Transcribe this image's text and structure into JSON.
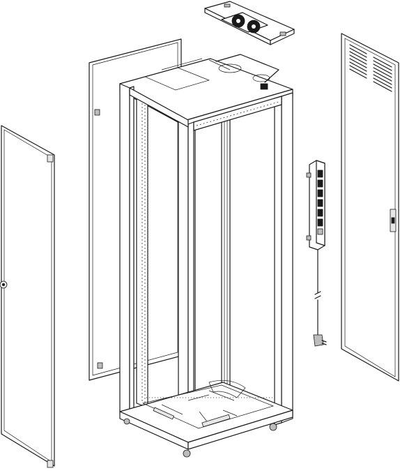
{
  "diagram": {
    "type": "exploded-view",
    "components": [
      "glass-front-door",
      "side-panel",
      "cabinet-frame",
      "fan-tray",
      "power-distribution-unit",
      "rear-door"
    ]
  }
}
